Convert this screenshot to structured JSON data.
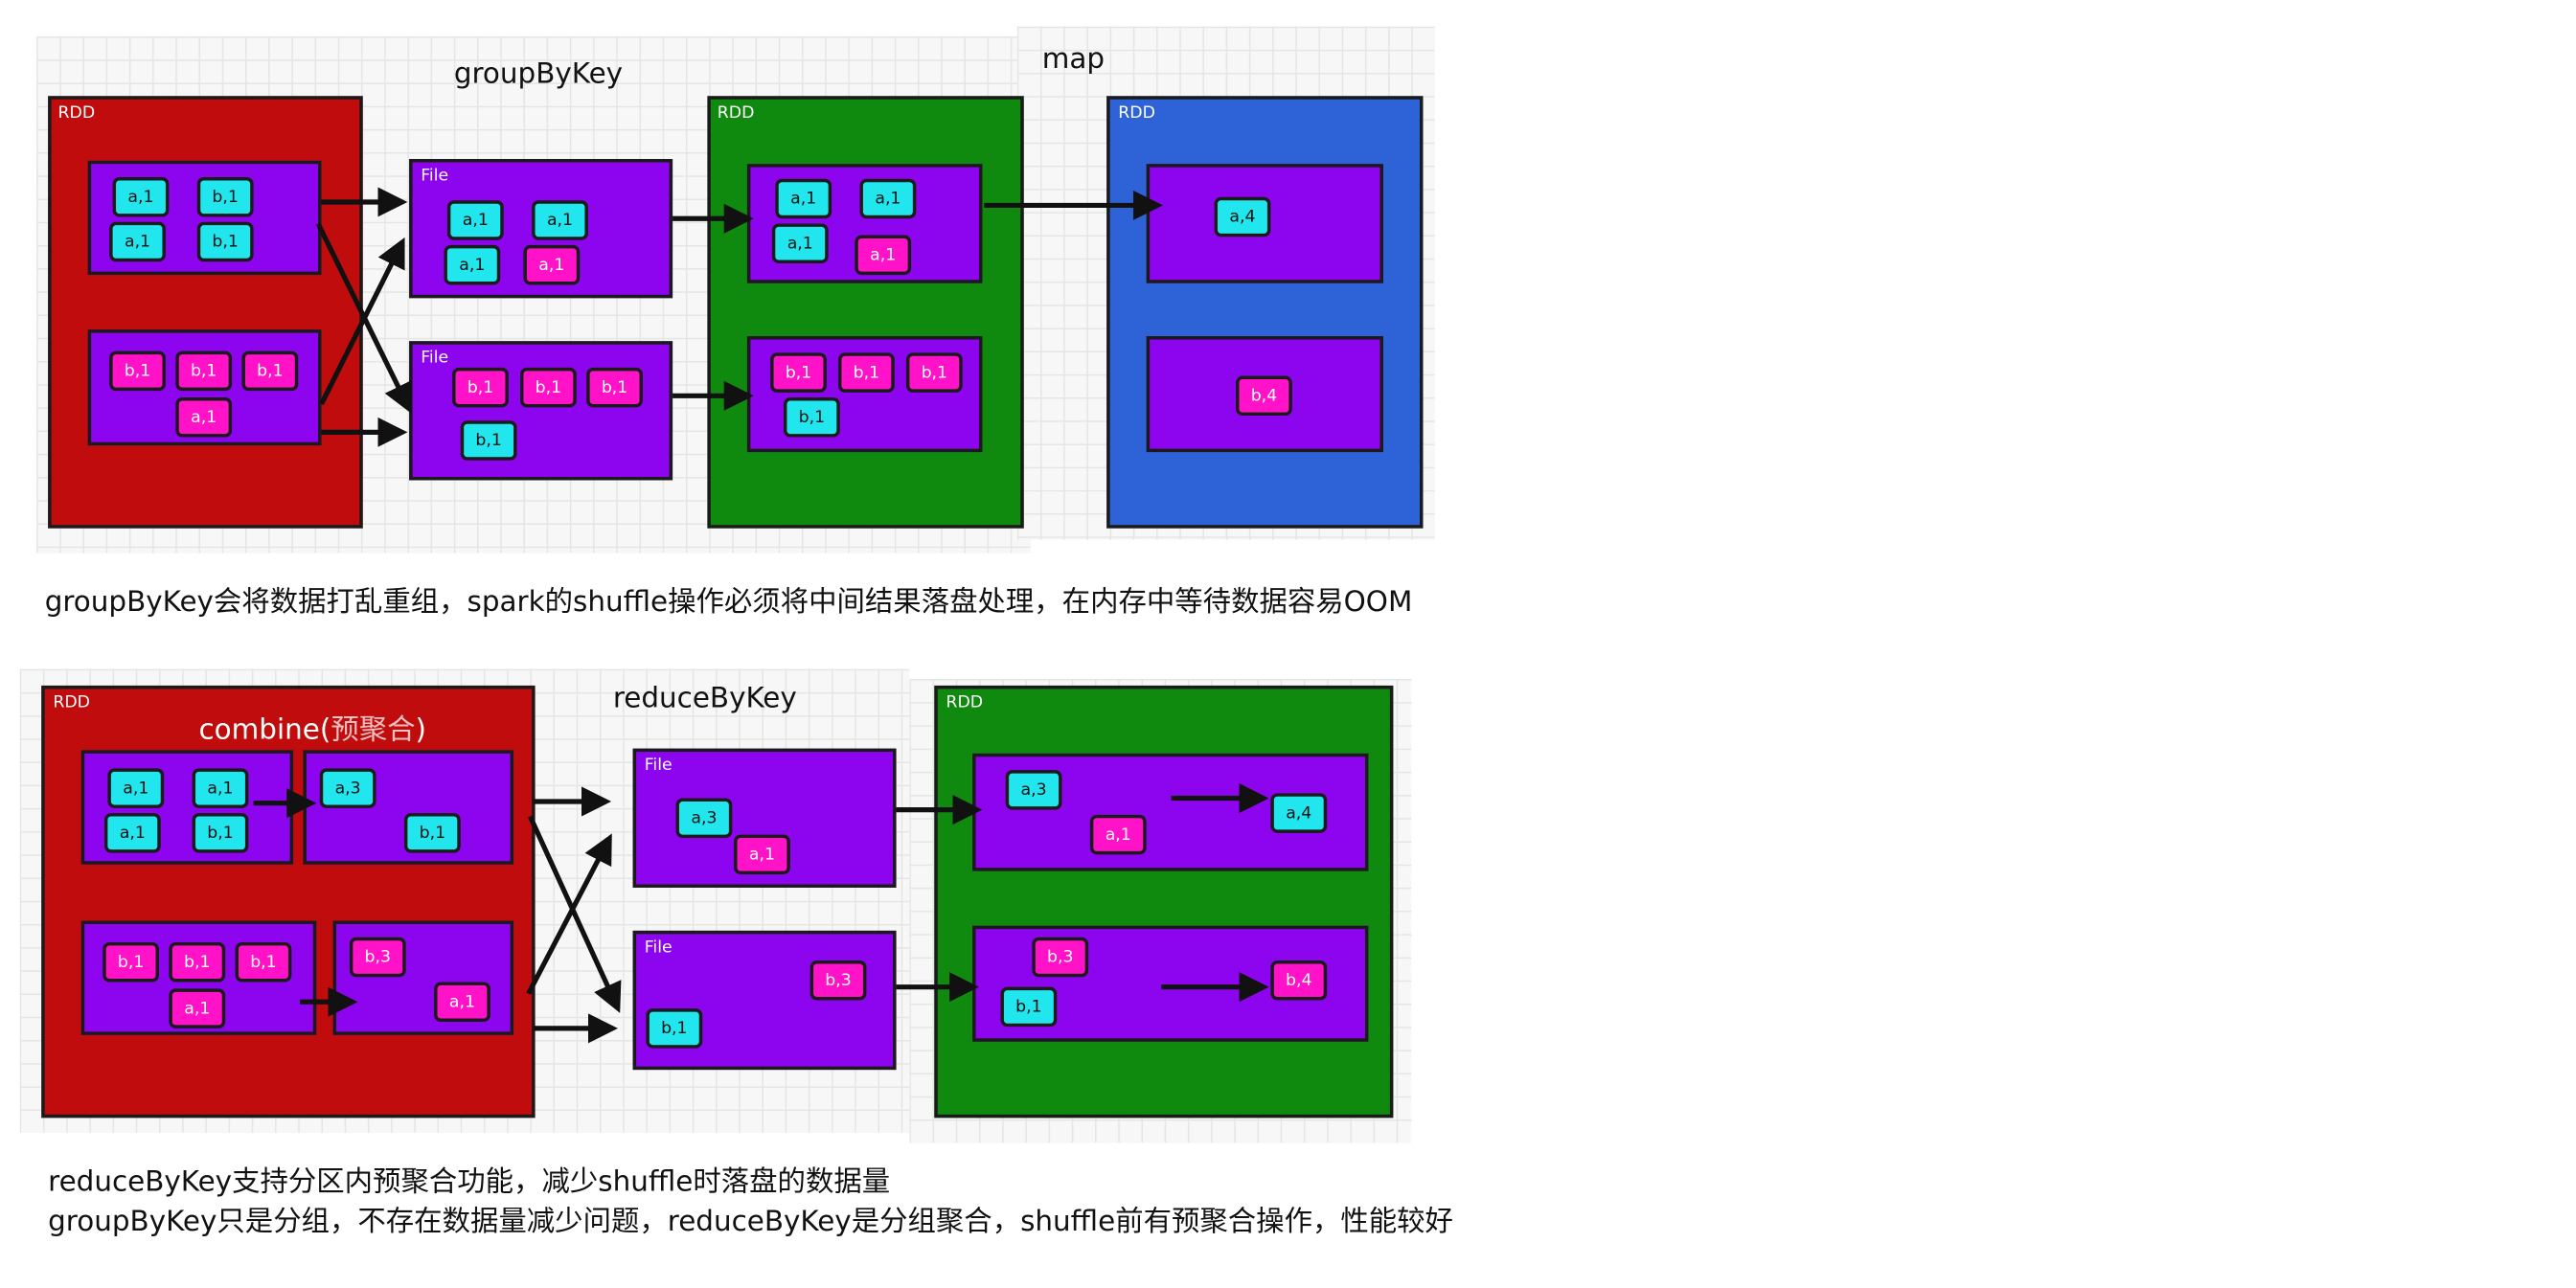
{
  "top": {
    "title_groupbykey": "groupByKey",
    "title_map": "map",
    "rdd_src_label": "RDD",
    "rdd_mid_label": "RDD",
    "rdd_out_label": "RDD",
    "file1_label": "File",
    "file2_label": "File",
    "p1": [
      "a,1",
      "b,1",
      "a,1",
      "b,1"
    ],
    "p2": [
      "b,1",
      "b,1",
      "b,1",
      "a,1"
    ],
    "f1": [
      "a,1",
      "a,1",
      "a,1",
      "a,1"
    ],
    "f2": [
      "b,1",
      "b,1",
      "b,1",
      "b,1"
    ],
    "g1": [
      "a,1",
      "a,1",
      "a,1",
      "a,1"
    ],
    "g2": [
      "b,1",
      "b,1",
      "b,1",
      "b,1"
    ],
    "m1": "a,4",
    "m2": "b,4",
    "caption": "groupByKey会将数据打乱重组，spark的shuffle操作必须将中间结果落盘处理，在内存中等待数据容易OOM"
  },
  "bottom": {
    "rdd_src_label": "RDD",
    "combine_text": "combine(",
    "combine_cn": "预聚合",
    "combine_close": ")",
    "title_reducebykey": "reduceByKey",
    "rdd_out_label": "RDD",
    "file1_label": "File",
    "file2_label": "File",
    "p1": [
      "a,1",
      "a,1",
      "a,1",
      "b,1"
    ],
    "c1": [
      "a,3",
      "b,1"
    ],
    "p2": [
      "b,1",
      "b,1",
      "b,1",
      "a,1"
    ],
    "c2": [
      "b,3",
      "a,1"
    ],
    "f1": [
      "a,3",
      "a,1"
    ],
    "f2": [
      "b,3",
      "b,1"
    ],
    "r1": [
      "a,3",
      "a,1",
      "a,4"
    ],
    "r2": [
      "b,3",
      "b,1",
      "b,4"
    ],
    "caption1": "reduceByKey支持分区内预聚合功能，减少shuffle时落盘的数据量",
    "caption2": "groupByKey只是分组，不存在数据量减少问题，reduceByKey是分组聚合，shuffle前有预聚合操作，性能较好"
  },
  "colors": {
    "red": "#c00c0c",
    "green": "#108a0e",
    "blue": "#2e63d8",
    "partition": "#8d05ee",
    "token_cyan": "#22e6ee",
    "token_magenta": "#ff12c8"
  }
}
